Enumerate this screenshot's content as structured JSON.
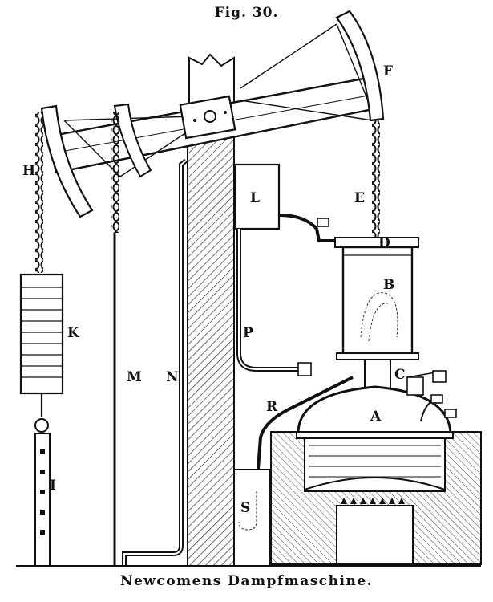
{
  "figure": {
    "number_label": "Fig. 30.",
    "caption": "Newcomens Dampfmaschine."
  },
  "labels": {
    "F": "F",
    "H": "H",
    "L": "L",
    "E": "E",
    "D": "D",
    "B": "B",
    "K": "K",
    "M": "M",
    "N": "N",
    "P": "P",
    "C": "C",
    "R": "R",
    "A": "A",
    "I": "I",
    "S": "S"
  },
  "colors": {
    "ink": "#111111",
    "paper": "#ffffff",
    "hatch": "#333333"
  }
}
